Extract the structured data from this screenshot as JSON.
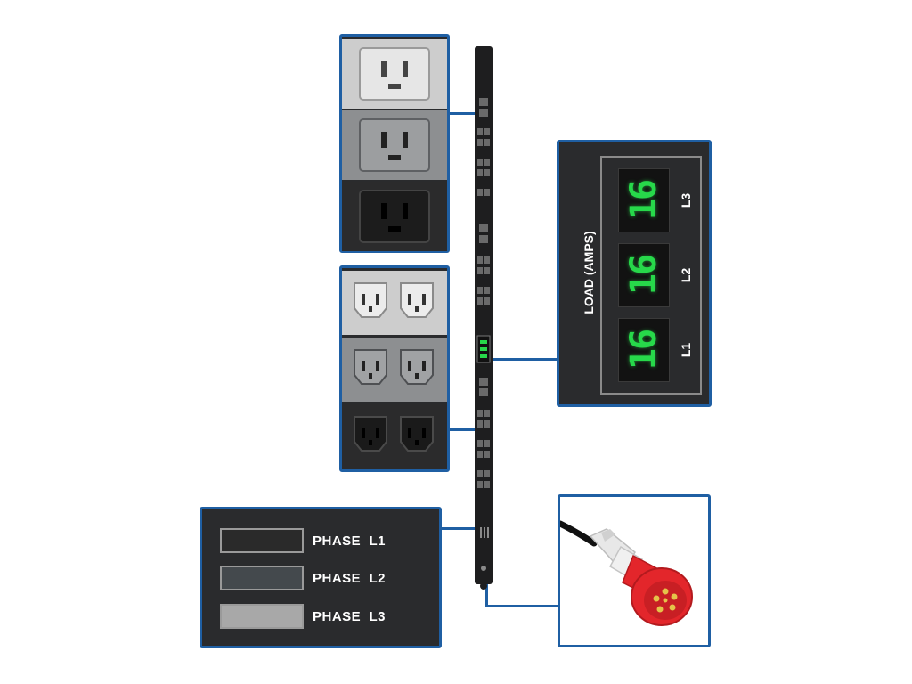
{
  "load_panel": {
    "title": "LOAD (AMPS)",
    "readings": [
      {
        "phase": "L3",
        "value": "16"
      },
      {
        "phase": "L2",
        "value": "16"
      },
      {
        "phase": "L1",
        "value": "16"
      }
    ]
  },
  "legend": {
    "items": [
      {
        "label": "PHASE  L1",
        "color": "#2a2a2a"
      },
      {
        "label": "PHASE  L2",
        "color": "#44494d"
      },
      {
        "label": "PHASE  L3",
        "color": "#a8a8a8"
      }
    ]
  },
  "colors": {
    "accent": "#1f5fa3",
    "panel_bg": "#2a2b2d",
    "display_green": "#27d84a",
    "plug_red": "#e3262b"
  }
}
